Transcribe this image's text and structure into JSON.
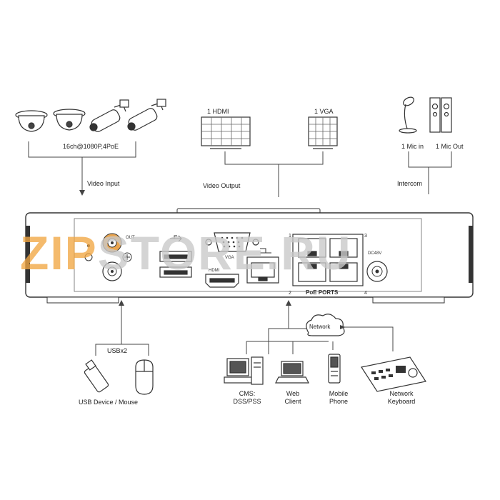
{
  "labels": {
    "cam_spec": "16ch@1080P,4PoE",
    "video_input": "Video Input",
    "hdmi": "1 HDMI",
    "vga": "1 VGA",
    "video_output": "Video Output",
    "mic_in": "1 Mic in",
    "mic_out": "1 Mic Out",
    "intercom": "Intercom",
    "usb_count": "USBx2",
    "usb_device": "USB Device / Mouse",
    "network": "Network",
    "cms": [
      "CMS:",
      "DSS/PSS"
    ],
    "web": [
      "Web",
      "Client"
    ],
    "mobile": [
      "Mobile",
      "Phone"
    ],
    "keyboard": [
      "Network",
      "Keyboard"
    ]
  },
  "panel": {
    "out_label": "OUT",
    "vga_label": "VGA",
    "hdmi_label": "HDMI",
    "poe_label": "PoE PORTS",
    "dc_label": "DC48V",
    "port_1": "1",
    "port_2": "2",
    "port_3": "3",
    "port_4": "4"
  },
  "watermark": {
    "zip": "ZIP",
    "rest": "STORE.RU"
  }
}
